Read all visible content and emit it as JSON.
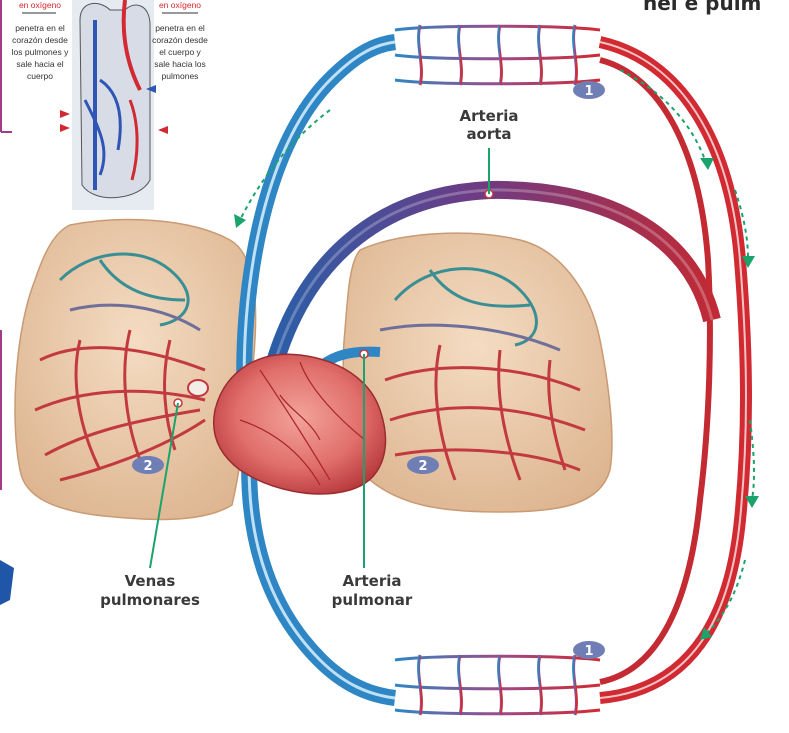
{
  "heading_fragment": "nel e pulm",
  "inset": {
    "left_caption_top": "en oxígeno",
    "left_caption_lines": [
      "penetra en el",
      "corazón desde",
      "los pulmones y",
      "sale hacia el",
      "cuerpo"
    ],
    "right_caption_top": "en oxígeno",
    "right_caption_lines": [
      "penetra en el",
      "corazón desde",
      "el cuerpo y",
      "sale hacia los",
      "pulmones"
    ]
  },
  "labels": {
    "aorta_line1": "Arteria",
    "aorta_line2": "aorta",
    "venas_line1": "Venas",
    "venas_line2": "pulmonares",
    "pulmonar_line1": "Arteria",
    "pulmonar_line2": "pulmonar"
  },
  "badges": {
    "top_systemic": "1",
    "bottom_systemic": "1",
    "left_lung": "2",
    "right_lung": "2"
  },
  "colors": {
    "oxygenated": "#d12a32",
    "deoxygenated": "#2f86c4",
    "aorta_mix": "#7a3d7d",
    "leader_line": "#1aa36b",
    "badge": "#6f7fb5",
    "lung_tissue": "#ecc9a6"
  }
}
